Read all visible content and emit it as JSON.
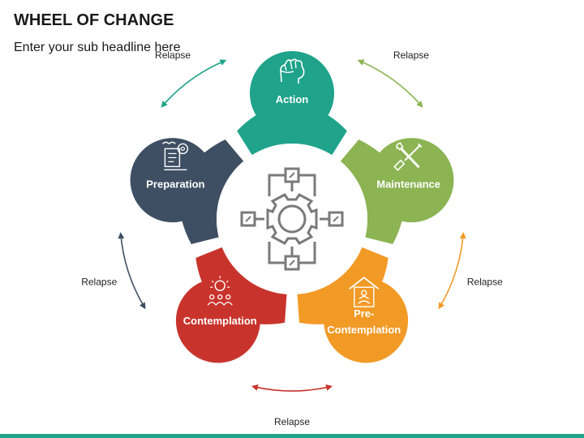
{
  "header": {
    "title": "WHEEL OF CHANGE",
    "subtitle": "Enter your sub headline here"
  },
  "stages": [
    {
      "id": "action",
      "lines": [
        "Action"
      ],
      "color": "#1fa38a",
      "icon": "fist-icon"
    },
    {
      "id": "maintenance",
      "lines": [
        "Maintenance"
      ],
      "color": "#8cb453",
      "icon": "tools-icon"
    },
    {
      "id": "pre-contemplation",
      "lines": [
        "Pre-",
        "Contemplation"
      ],
      "color": "#f29a26",
      "icon": "meditation-icon"
    },
    {
      "id": "contemplation",
      "lines": [
        "Contemplation"
      ],
      "color": "#c8342c",
      "icon": "idea-group-icon"
    },
    {
      "id": "preparation",
      "lines": [
        "Preparation"
      ],
      "color": "#3f4f63",
      "icon": "plan-gear-icon"
    }
  ],
  "relapse_labels": [
    "Relapse",
    "Relapse",
    "Relapse",
    "Relapse",
    "Relapse"
  ],
  "center_icon": "gear-network-icon",
  "bottom_bar_color": "#1fa38a"
}
